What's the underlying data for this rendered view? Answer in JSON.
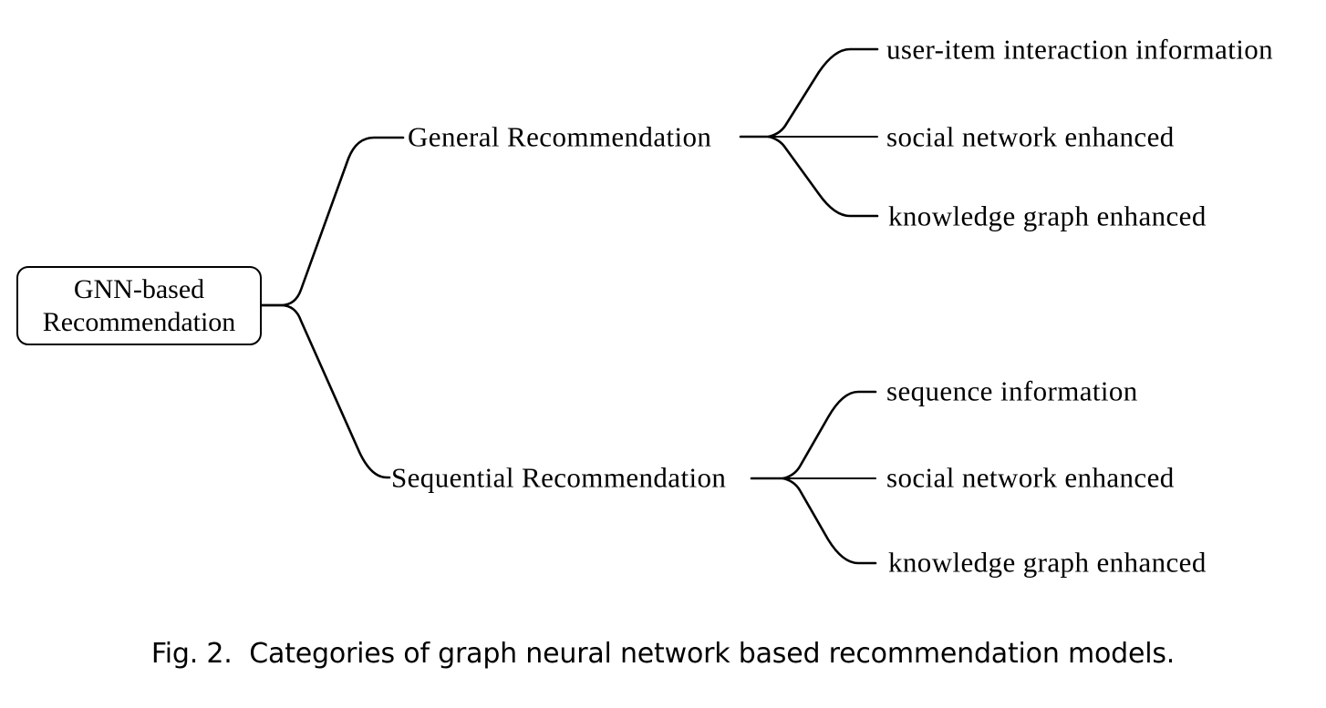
{
  "colors": {
    "ink": "#000000",
    "background": "#ffffff"
  },
  "diagram": {
    "root": {
      "label": "GNN-based Recommendation"
    },
    "branches": [
      {
        "label": "General Recommendation",
        "children": [
          "user-item interaction information",
          "social network enhanced",
          "knowledge graph enhanced"
        ]
      },
      {
        "label": "Sequential Recommendation",
        "children": [
          "sequence information",
          "social network enhanced",
          "knowledge graph enhanced"
        ]
      }
    ]
  },
  "caption": {
    "text": "Fig. 2.  Categories of graph neural network based recommendation models."
  }
}
